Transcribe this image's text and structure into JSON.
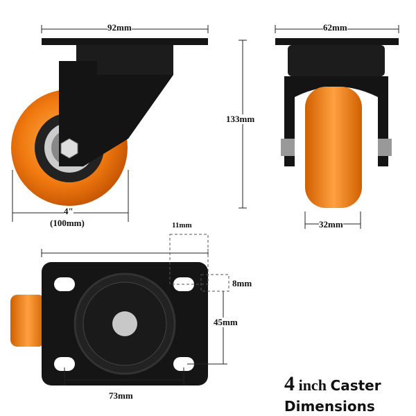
{
  "dimensions": {
    "plate_width": "92mm",
    "front_plate_width": "62mm",
    "height": "133mm",
    "wheel_diameter_in": "4\"",
    "wheel_diameter_mm": "(100mm)",
    "wheel_width": "32mm",
    "slot_width": "11mm",
    "slot_height": "8mm",
    "hole_spacing_vertical": "45mm",
    "hole_spacing_horizontal": "73mm"
  },
  "title": {
    "number": "4",
    "unit": "inch",
    "word1": "Caster",
    "word2": "Dimensions"
  },
  "colors": {
    "wheel": "#f07a10",
    "metal": "#151515",
    "hub": "#c8c8c8"
  }
}
